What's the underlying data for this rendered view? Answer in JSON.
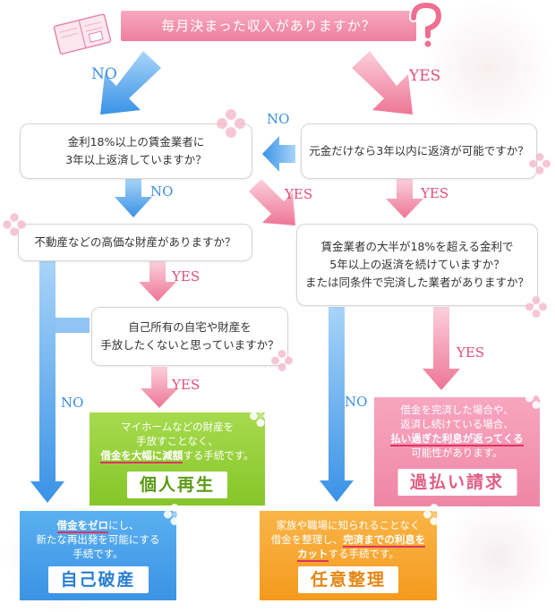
{
  "question_main": "毎月決まった収入がありますか？",
  "labels": {
    "no": "NO",
    "yes": "YES"
  },
  "questions": {
    "q_interest": [
      "金利18%以上の賃金業者に",
      "3年以上返済していますか？"
    ],
    "q_principal": [
      "元金だけなら3年以内に返済が可能ですか？"
    ],
    "q_property": [
      "不動産などの高価な財産がありますか？"
    ],
    "q_rate": [
      "賃金業者の大半が18%を超える金利で",
      "5年以上の返済を続けていますか？",
      "または同条件で完済した業者がありますか？"
    ],
    "q_keep": [
      "自己所有の自宅や財産を",
      "手放したくないと思っていますか？"
    ]
  },
  "results": {
    "kojin_saisei": {
      "title": "個人再生",
      "lines": [
        [
          {
            "t": "マイホームなどの財産を"
          }
        ],
        [
          {
            "t": "手放すことなく、"
          }
        ],
        [
          {
            "t": "借金を大幅に減額",
            "hl": true
          },
          {
            "t": "する手続です。"
          }
        ]
      ]
    },
    "kabarai": {
      "title": "過払い請求",
      "lines": [
        [
          {
            "t": "借金を完済した場合や、"
          }
        ],
        [
          {
            "t": "返済し続けている場合、"
          }
        ],
        [
          {
            "t": "払い過ぎた利息が返ってくる",
            "hl": true
          }
        ],
        [
          {
            "t": "可能性があります。"
          }
        ]
      ]
    },
    "jiko_hasan": {
      "title": "自己破産",
      "lines": [
        [
          {
            "t": "借金をゼロ",
            "hl": true
          },
          {
            "t": "にし、"
          }
        ],
        [
          {
            "t": "新たな再出発を可能にする"
          }
        ],
        [
          {
            "t": "手続です。"
          }
        ]
      ]
    },
    "nini_seiri": {
      "title": "任意整理",
      "lines": [
        [
          {
            "t": "家族や職場に知られることなく"
          }
        ],
        [
          {
            "t": "借金を整理し、"
          },
          {
            "t": "完済までの利息を",
            "hl": true
          }
        ],
        [
          {
            "t": "カット",
            "hl": true
          },
          {
            "t": "する手続です。"
          }
        ]
      ]
    }
  },
  "colors": {
    "pink_arrow": "#f07a98",
    "blue_arrow": "#3f99ea",
    "green_box": "#97d437",
    "pink_box": "#f392b2",
    "blue_box": "#4aa3ec",
    "orange_box": "#f7a52f"
  }
}
